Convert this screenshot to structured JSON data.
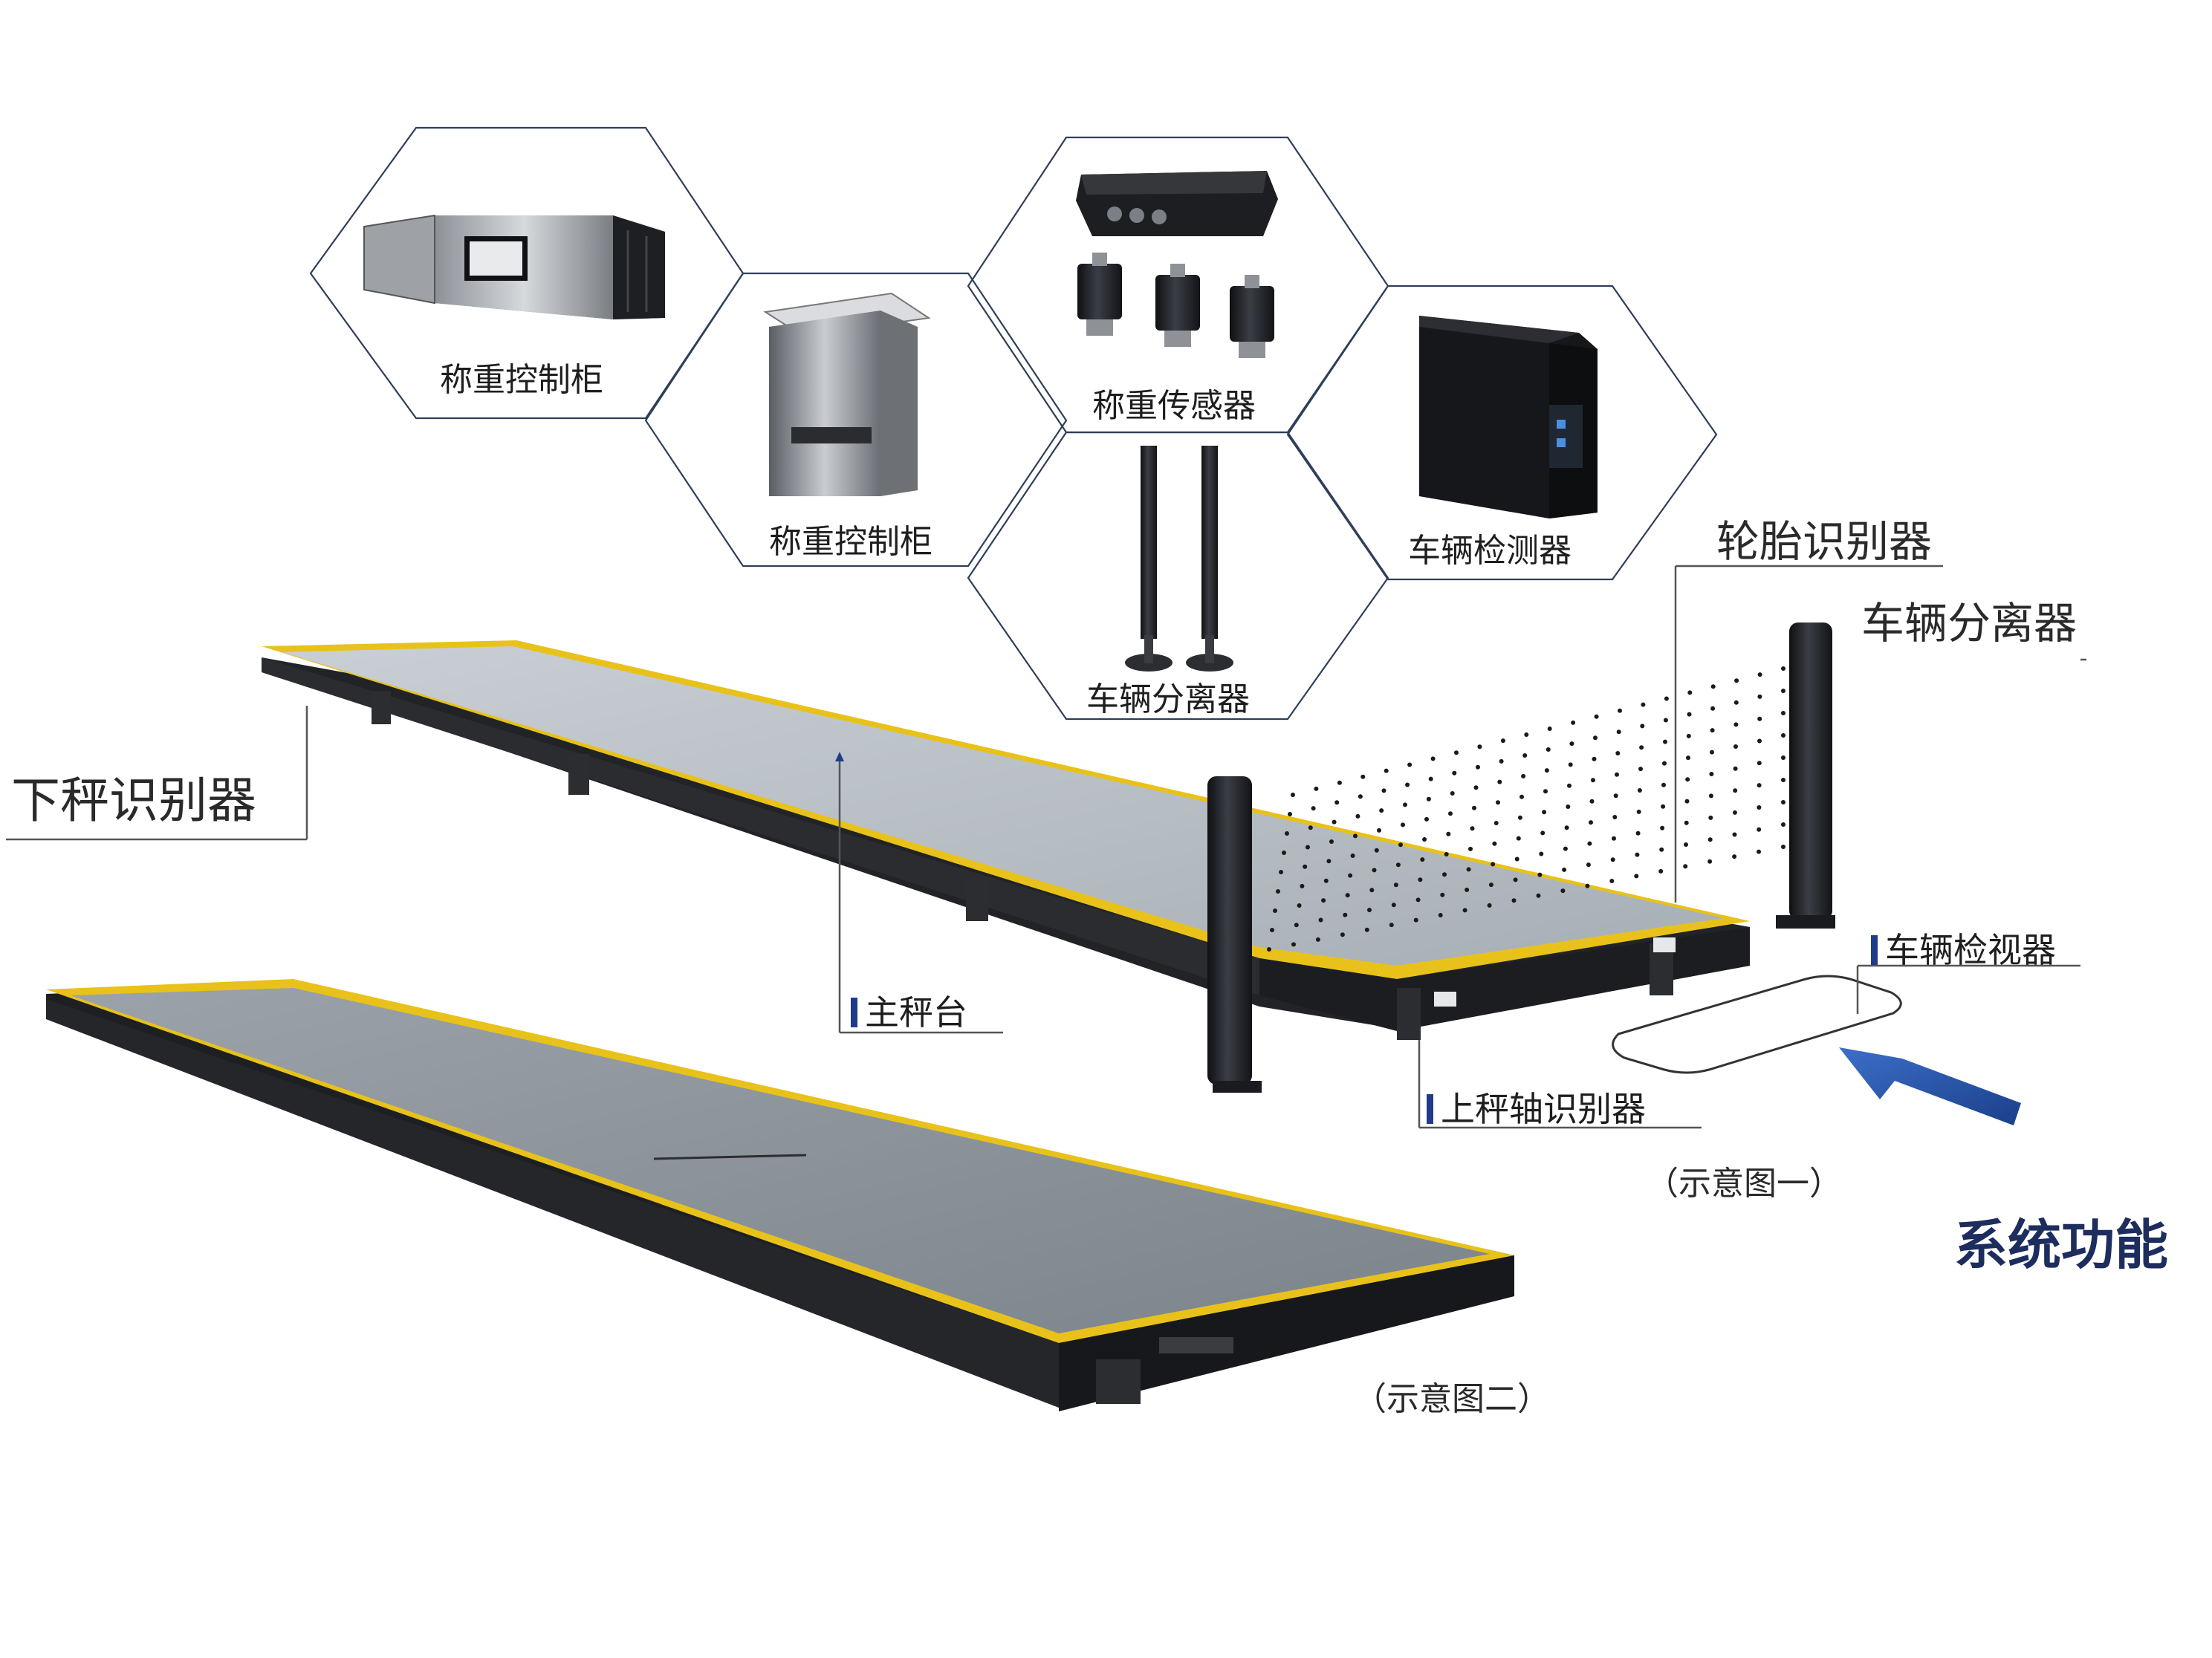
{
  "hexagons": [
    {
      "label": "称重控制柜"
    },
    {
      "label": "称重控制柜"
    },
    {
      "label": "称重传感器"
    },
    {
      "label": "车辆分离器"
    },
    {
      "label": "车辆检测器"
    }
  ],
  "callouts": {
    "tire_identifier": "轮胎识别器",
    "vehicle_separator": "车辆分离器",
    "off_scale_identifier": "下秤识别器",
    "main_platform": "主秤台",
    "vehicle_detector": "车辆检视器",
    "on_scale_axle_identifier": "上秤轴识别器"
  },
  "captions": {
    "diagram_one": "（示意图一）",
    "diagram_two": "（示意图二）"
  },
  "title": "系统功能",
  "colors": {
    "platform_top": "#b9c0c6",
    "platform_top_2": "#8a929a",
    "yellow_edge": "#e8c21a",
    "frame": "#232528",
    "hex_line": "#2f3f5a",
    "accent": "#1f3b8c",
    "title": "#1c2d5e"
  }
}
